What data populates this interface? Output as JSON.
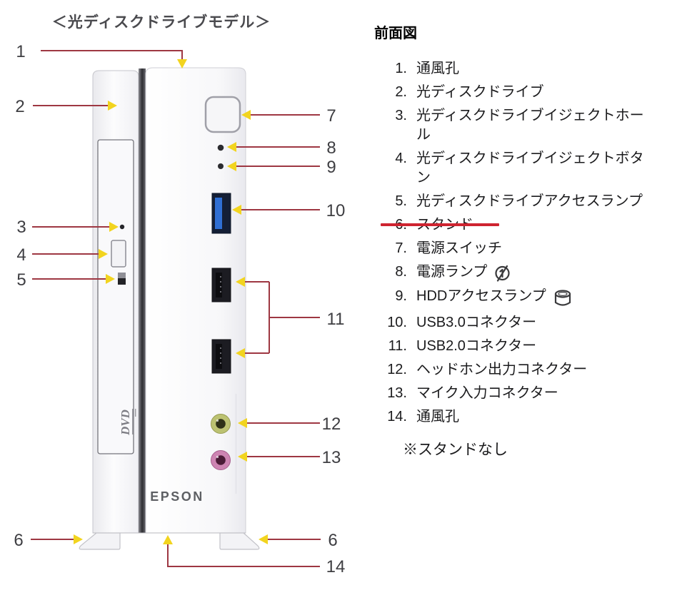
{
  "diagram": {
    "title": "＜光ディスクドライブモデル＞",
    "brand": "EPSON",
    "dvd_logo": "DVD",
    "callouts": {
      "c1": "1",
      "c2": "2",
      "c3": "3",
      "c4": "4",
      "c5": "5",
      "c6_left": "6",
      "c6_right": "6",
      "c7": "7",
      "c8": "8",
      "c9": "9",
      "c10": "10",
      "c11": "11",
      "c12": "12",
      "c13": "13",
      "c14": "14"
    }
  },
  "legend": {
    "heading": "前面図",
    "items": [
      {
        "num": "1.",
        "label": "通風孔"
      },
      {
        "num": "2.",
        "label": "光ディスクドライブ"
      },
      {
        "num": "3.",
        "label": "光ディスクドライブイジェクトホール"
      },
      {
        "num": "4.",
        "label": "光ディスクドライブイジェクトボタン"
      },
      {
        "num": "5.",
        "label": "光ディスクドライブアクセスランプ"
      },
      {
        "num": "6.",
        "label": "スタンド",
        "struck": true
      },
      {
        "num": "7.",
        "label": "電源スイッチ"
      },
      {
        "num": "8.",
        "label": "電源ランプ",
        "icon": "power-lamp-icon"
      },
      {
        "num": "9.",
        "label": "HDDアクセスランプ",
        "icon": "hdd-icon"
      },
      {
        "num": "10.",
        "label": "USB3.0コネクター"
      },
      {
        "num": "11.",
        "label": "USB2.0コネクター"
      },
      {
        "num": "12.",
        "label": "ヘッドホン出力コネクター"
      },
      {
        "num": "13.",
        "label": "マイク入力コネクター"
      },
      {
        "num": "14.",
        "label": "通風孔"
      }
    ],
    "note": "※スタンドなし"
  },
  "colors": {
    "callout_red": "#9e3742",
    "arrow_yellow": "#f2d41f",
    "strike_red": "#ce2430",
    "usb3_blue": "#2f6fd4",
    "usb_dark": "#1c1c22",
    "headphone_ring": "#bcc272",
    "headphone_center": "#2f3118",
    "mic_ring": "#cd84b2",
    "mic_center": "#4a1b36",
    "led_dark": "#2b2b2f"
  }
}
